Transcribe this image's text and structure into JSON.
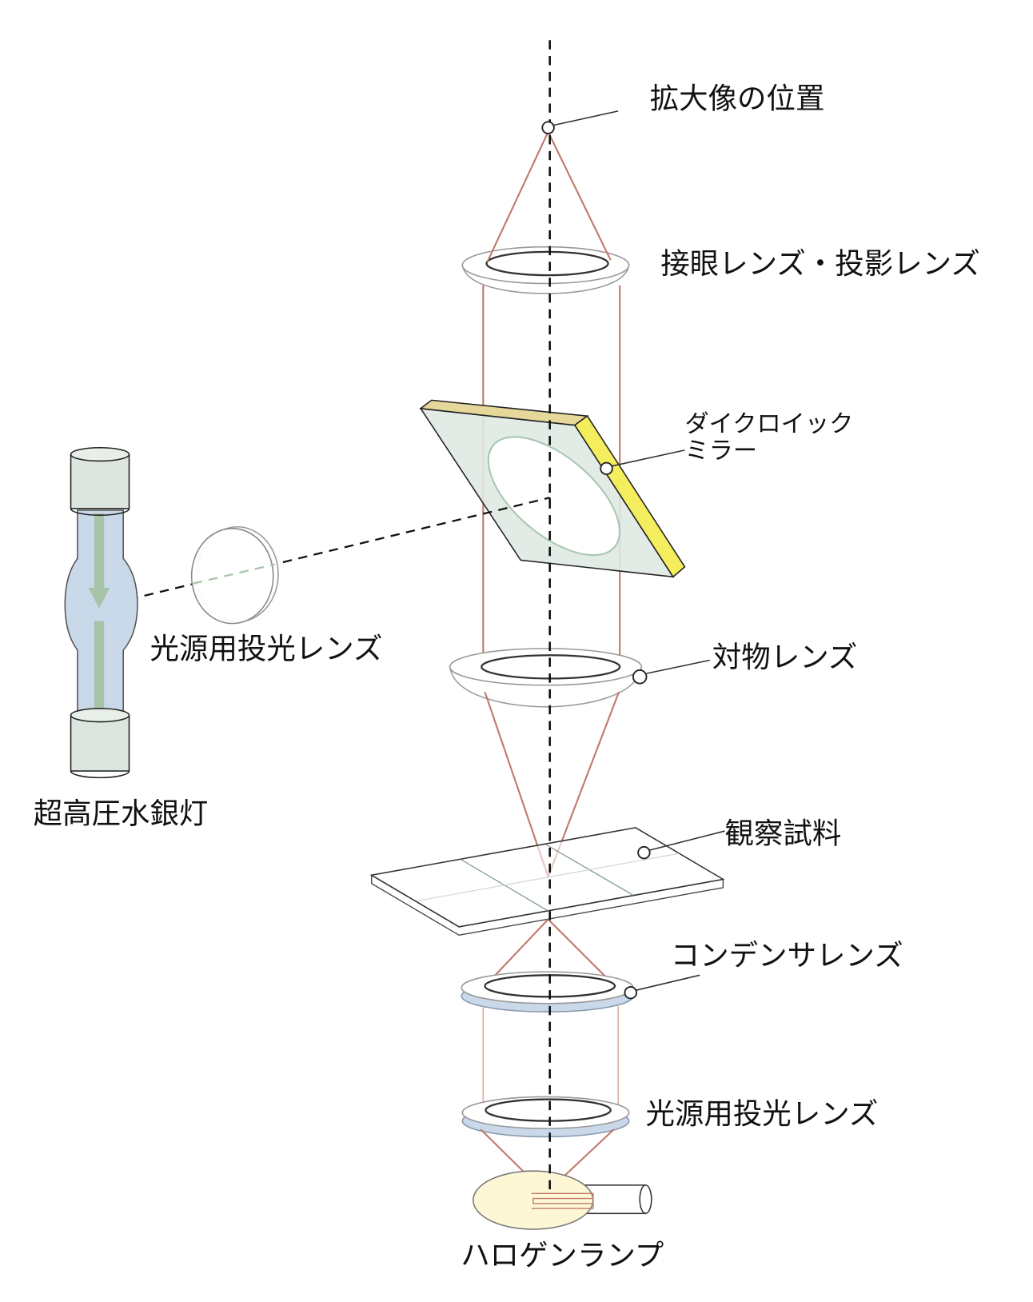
{
  "labels": {
    "magnified_image_position": "拡大像の位置",
    "eyepiece_projection_lens": "接眼レンズ・投影レンズ",
    "dichroic_mirror_line1": "ダイクロイック",
    "dichroic_mirror_line2": "ミラー",
    "light_source_lens_left": "光源用投光レンズ",
    "objective_lens": "対物レンズ",
    "mercury_lamp": "超高圧水銀灯",
    "specimen": "観察試料",
    "condenser_lens": "コンデンサレンズ",
    "light_source_lens_bottom": "光源用投光レンズ",
    "halogen_lamp": "ハロゲンランプ"
  },
  "colors": {
    "ray": "#c0786a",
    "mirror_face": "#dfe9e2",
    "mirror_top_edge": "#e6d79a",
    "mirror_side_edge": "#f4ee5e",
    "lamp_tube": "#c9d9ea",
    "lamp_arrow": "#a8c4a8",
    "halogen_bulb": "#fdf7d6"
  }
}
